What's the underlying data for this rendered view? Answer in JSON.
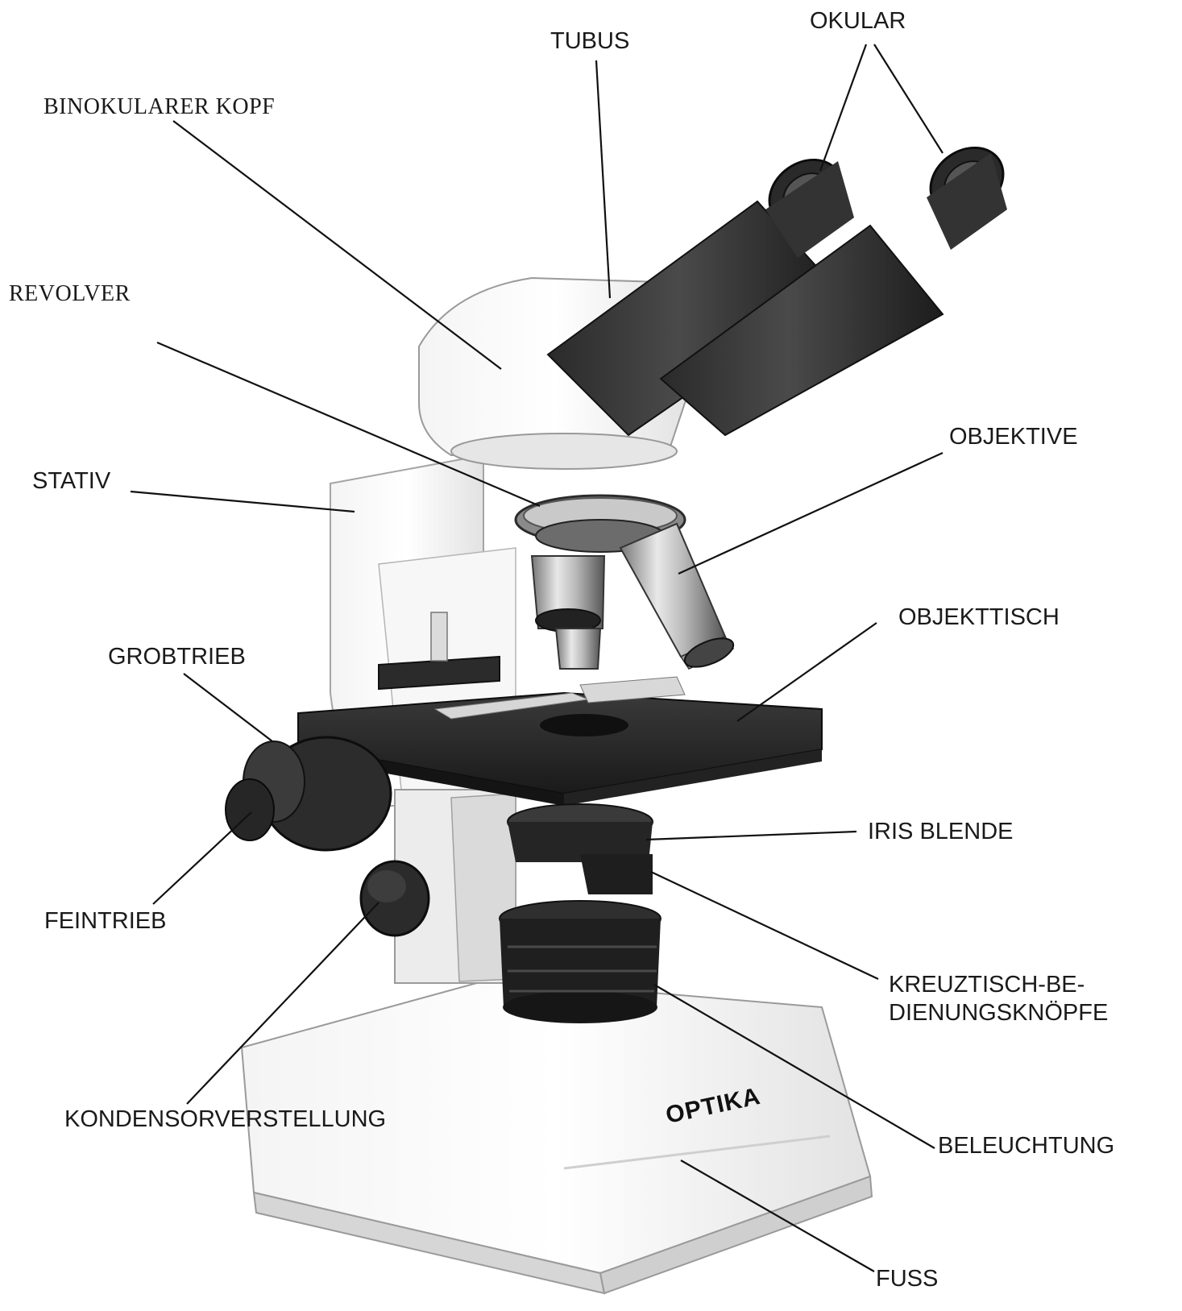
{
  "brand": "OPTIKA",
  "labels": {
    "okular": "OKULAR",
    "tubus": "TUBUS",
    "binokularer_kopf": "BINOKULARER KOPF",
    "revolver": "REVOLVER",
    "objektive": "OBJEKTIVE",
    "stativ": "STATIV",
    "objekttisch": "OBJEKTTISCH",
    "grobtrieb": "GROBTRIEB",
    "iris_blende": "IRIS BLENDE",
    "feintrieb": "FEINTRIEB",
    "kreuztisch_line1": "KREUZTISCH-BE-",
    "kreuztisch_line2": "DIENUNGSKNÖPFE",
    "kondensorverstellung": "KONDENSORVERSTELLUNG",
    "beleuchtung": "BELEUCHTUNG",
    "fuss": "FUSS"
  }
}
